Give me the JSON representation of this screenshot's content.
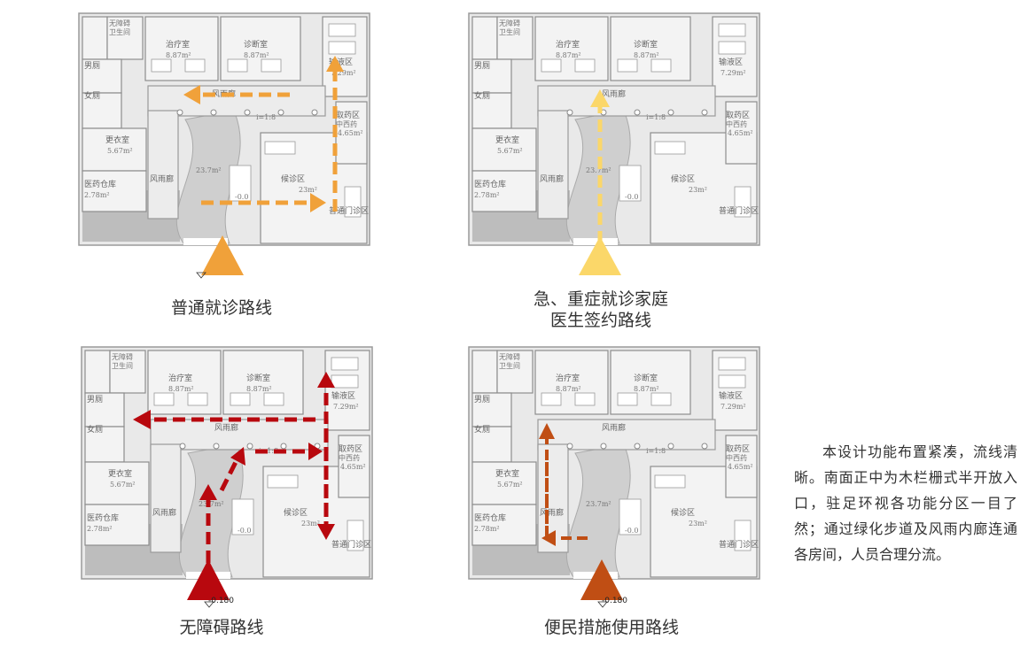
{
  "rooms": {
    "toilet_accessible": "无障碍",
    "toilet_accessible_2": "卫生间",
    "treatment": "治疗室",
    "treatment_area": "8.87m²",
    "diagnosis": "诊断室",
    "diagnosis_area": "8.87m²",
    "infusion": "输液区",
    "infusion_area": "7.29m²",
    "mens": "男厕",
    "womens": "女厕",
    "corridor": "风雨廊",
    "pharmacy": "取药区",
    "pharmacy_2": "中西药",
    "pharmacy_area": "4.65m²",
    "locker": "更衣室",
    "locker_area": "5.67m²",
    "atrium_area": "23.7m²",
    "waiting": "候诊区",
    "waiting_area": "23m²",
    "storage": "医药仓库",
    "storage_area": "2.78m²",
    "general_clinic": "普通门诊区",
    "ramp": "i=1:8"
  },
  "levels": {
    "inner": "-0.0",
    "entrance": "-0.180"
  },
  "panels": [
    {
      "caption": "普通就诊路线",
      "route_color": "#f0a13a"
    },
    {
      "caption": "急、重症就诊家庭",
      "caption_2": "医生签约路线",
      "route_color": "#fbd769"
    },
    {
      "caption": "无障碍路线",
      "route_color": "#b8080e"
    },
    {
      "caption": "便民措施使用路线",
      "route_color": "#c04e14"
    }
  ],
  "description": "本设计功能布置紧凑，流线清晰。南面正中为木栏栅式半开放入口，驻足环视各功能分区一目了然；通过绿化步道及风雨内廊连通各房间，人员合理分流。"
}
